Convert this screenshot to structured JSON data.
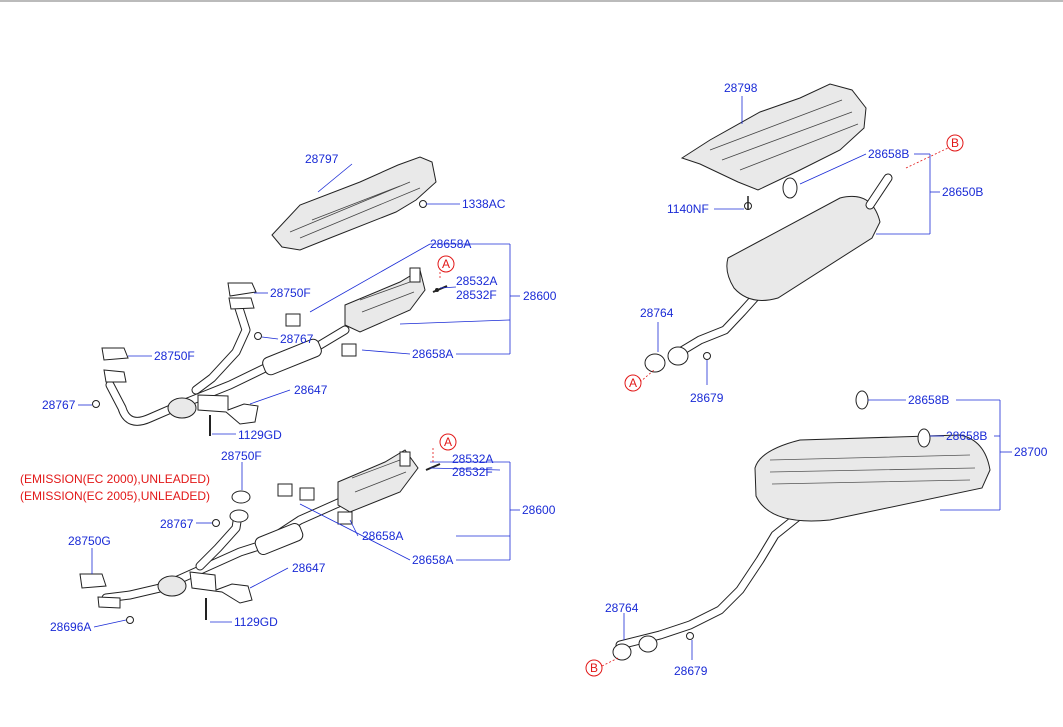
{
  "labels": {
    "p28797": "28797",
    "p1338AC": "1338AC",
    "p28658A_1": "28658A",
    "p28532A_1": "28532A",
    "p28532F_1": "28532F",
    "p28600_1": "28600",
    "p28750F_1": "28750F",
    "p28767_1": "28767",
    "p28750F_2": "28750F",
    "p28658A_2": "28658A",
    "p28767_2": "28767",
    "p28647_1": "28647",
    "p1129GD_1": "1129GD",
    "p28750F_3": "28750F",
    "p28532A_2": "28532A",
    "p28532F_2": "28532F",
    "p28600_2": "28600",
    "p28767_3": "28767",
    "p28750G": "28750G",
    "p28658A_3": "28658A",
    "p28658A_4": "28658A",
    "p28647_2": "28647",
    "p28696A": "28696A",
    "p1129GD_2": "1129GD",
    "p28798": "28798",
    "p28658B_1": "28658B",
    "p28650B": "28650B",
    "p1140NF": "1140NF",
    "p28764_1": "28764",
    "p28679_1": "28679",
    "p28658B_2": "28658B",
    "p28658B_3": "28658B",
    "p28700": "28700",
    "p28764_2": "28764",
    "p28679_2": "28679"
  },
  "notes": {
    "emission_1": "(EMISSION(EC 2000),UNLEADED)",
    "emission_2": "(EMISSION(EC 2005),UNLEADED)"
  },
  "markers": {
    "a1": "A",
    "a2": "A",
    "a3": "A",
    "b1": "B",
    "b2": "B"
  },
  "colors": {
    "label_blue": "#1a2bd6",
    "marker_red": "#e21818"
  }
}
